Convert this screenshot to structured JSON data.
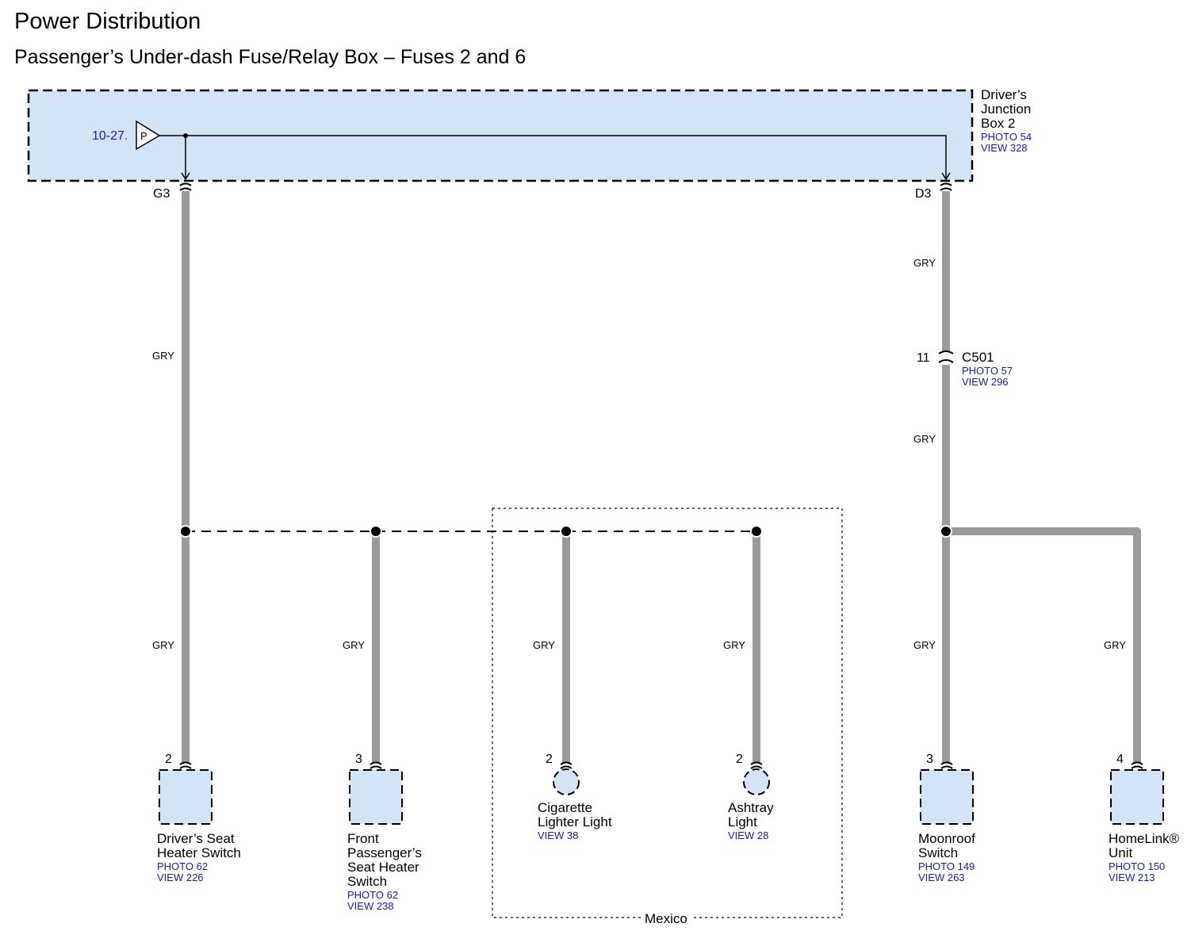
{
  "title": "Power Distribution",
  "subtitle": "Passenger’s Under-dash Fuse/Relay Box – Fuses 2 and 6",
  "junction_box": {
    "name_lines": [
      "Driver’s",
      "Junction",
      "Box 2"
    ],
    "photo": "PHOTO 54",
    "view": "VIEW 328",
    "power_ref": "10-27.",
    "power_symbol": "P",
    "terminals": {
      "left": "G3",
      "right": "D3"
    }
  },
  "wire_color": "GRY",
  "connector": {
    "pin": "11",
    "name": "C501",
    "photo": "PHOTO 57",
    "view": "VIEW 296"
  },
  "region_label": "Mexico",
  "components": [
    {
      "pin": "2",
      "name_lines": [
        "Driver’s Seat",
        "Heater Switch"
      ],
      "refs": [
        "PHOTO 62",
        "VIEW 226"
      ],
      "kind": "switch"
    },
    {
      "pin": "3",
      "name_lines": [
        "Front",
        "Passenger’s",
        "Seat Heater",
        "Switch"
      ],
      "refs": [
        "PHOTO 62",
        "VIEW 238"
      ],
      "kind": "switch"
    },
    {
      "pin": "2",
      "name_lines": [
        "Cigarette",
        "Lighter Light"
      ],
      "refs": [
        "VIEW 38"
      ],
      "kind": "light"
    },
    {
      "pin": "2",
      "name_lines": [
        "Ashtray",
        "Light"
      ],
      "refs": [
        "VIEW 28"
      ],
      "kind": "light"
    },
    {
      "pin": "3",
      "name_lines": [
        "Moonroof",
        "Switch"
      ],
      "refs": [
        "PHOTO 149",
        "VIEW 263"
      ],
      "kind": "switch"
    },
    {
      "pin": "4",
      "name_lines": [
        "HomeLink®",
        "Unit"
      ],
      "refs": [
        "PHOTO 150",
        "VIEW 213"
      ],
      "kind": "switch"
    }
  ],
  "colors": {
    "wire": "#9a9a9a",
    "component_fill": "#d3e4f7",
    "reference_text": "#1a1aa6"
  }
}
